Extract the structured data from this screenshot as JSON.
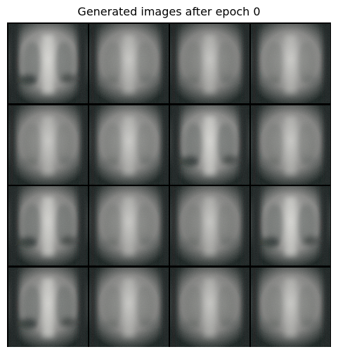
{
  "figure": {
    "title": "Generated images after epoch 0"
  },
  "grid": {
    "rows": 4,
    "cols": 4,
    "background_color": "#000000",
    "tiles": [
      {
        "variant": "contrasty",
        "brightness": 0.85
      },
      {
        "variant": "soft",
        "brightness": 0.8
      },
      {
        "variant": "soft",
        "brightness": 0.78
      },
      {
        "variant": "soft",
        "brightness": 0.82
      },
      {
        "variant": "soft",
        "brightness": 0.8
      },
      {
        "variant": "soft",
        "brightness": 0.82
      },
      {
        "variant": "contrasty",
        "brightness": 0.83
      },
      {
        "variant": "soft",
        "brightness": 0.8
      },
      {
        "variant": "contrasty",
        "brightness": 0.8
      },
      {
        "variant": "soft",
        "brightness": 0.8
      },
      {
        "variant": "soft",
        "brightness": 0.78
      },
      {
        "variant": "contrasty",
        "brightness": 0.84
      },
      {
        "variant": "contrasty",
        "brightness": 0.8
      },
      {
        "variant": "soft",
        "brightness": 0.8
      },
      {
        "variant": "soft",
        "brightness": 0.78
      },
      {
        "variant": "soft",
        "brightness": 0.8
      }
    ]
  }
}
